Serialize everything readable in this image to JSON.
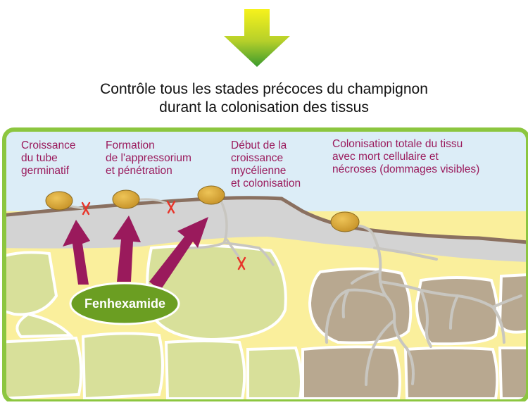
{
  "headline": {
    "line1": "Contrôle tous les stades précoces du champignon",
    "line2": "durant la colonisation des tissus"
  },
  "stages": [
    {
      "lines": [
        "Croissance",
        "du tube",
        "germinatif"
      ]
    },
    {
      "lines": [
        "Formation",
        "de l'appressorium",
        "et pénétration"
      ]
    },
    {
      "lines": [
        "Début de la",
        "croissance",
        "mycélienne",
        "et colonisation"
      ]
    },
    {
      "lines": [
        "Colonisation totale du tissu",
        "avec mort cellulaire et",
        "nécroses (dommages visibles)"
      ]
    }
  ],
  "fungicide": {
    "label": "Fenhexamide"
  },
  "colors": {
    "arrow_top": "#f4ef1e",
    "arrow_bottom": "#3a9a2e",
    "frame": "#8cc63f",
    "sky": "#d7ecf6",
    "cuticle": "#d3d3d3",
    "surface_line": "#8a7060",
    "tissue_yellow": "#faef9c",
    "cell_green": "#d8e09a",
    "cell_brown": "#b8a890",
    "spore": "#d4a83a",
    "hypha": "#c8c6c0",
    "push_arrow": "#9a1a5c",
    "fungicide_fill": "#6b9e22",
    "stage_text": "#9a1a5c",
    "block_cross": "#e8352a"
  }
}
